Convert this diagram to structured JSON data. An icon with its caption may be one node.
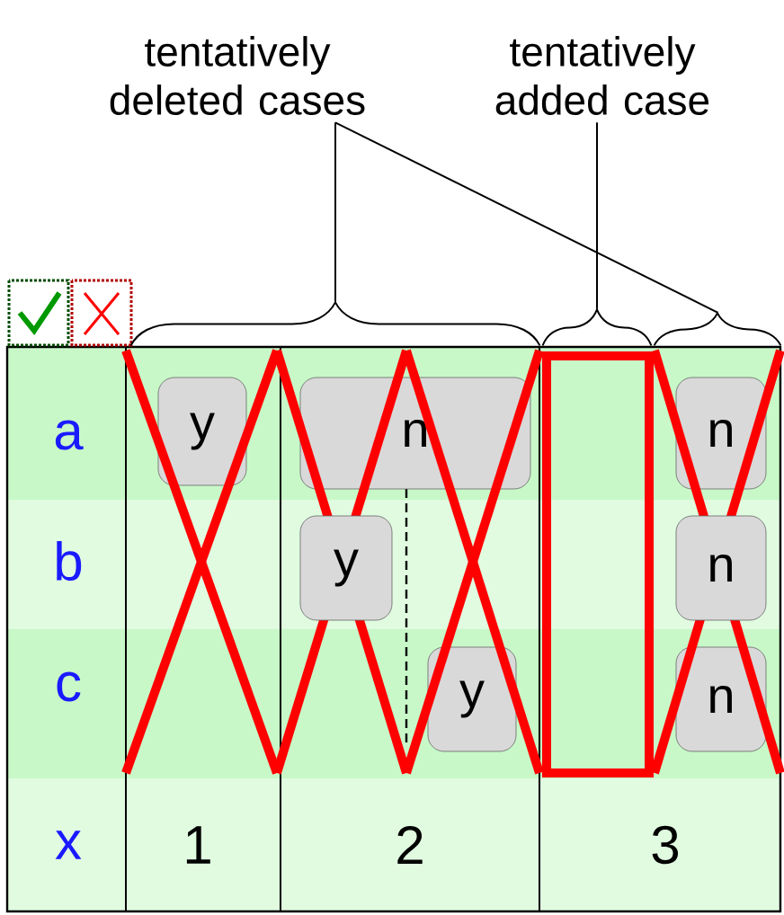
{
  "diagram": {
    "nodes": [
      {
        "text": [
          "tentatively deleted cases"
        ]
      },
      {
        "text": [
          "tentatively added case"
        ]
      },
      {
        "text": [],
        "shape": "brace"
      },
      {
        "text": [],
        "shape": "brace"
      },
      {
        "text": [],
        "shape": "brace"
      },
      {
        "text": [
          "y"
        ]
      },
      {
        "text": [
          "n"
        ]
      },
      {
        "text": [
          "n"
        ]
      },
      {
        "text": [
          "y"
        ]
      },
      {
        "text": [
          "n"
        ]
      },
      {
        "text": [
          "y"
        ]
      },
      {
        "text": [
          "n"
        ]
      }
    ],
    "edges": [
      {
        "from": 0,
        "to": 2,
        "arrow": "none"
      },
      {
        "from": 0,
        "to": 4,
        "arrow": "none"
      },
      {
        "from": 1,
        "to": 3,
        "arrow": "none"
      }
    ],
    "labels": [
      "a",
      "b",
      "c",
      "x",
      "1",
      "2",
      "3"
    ]
  }
}
